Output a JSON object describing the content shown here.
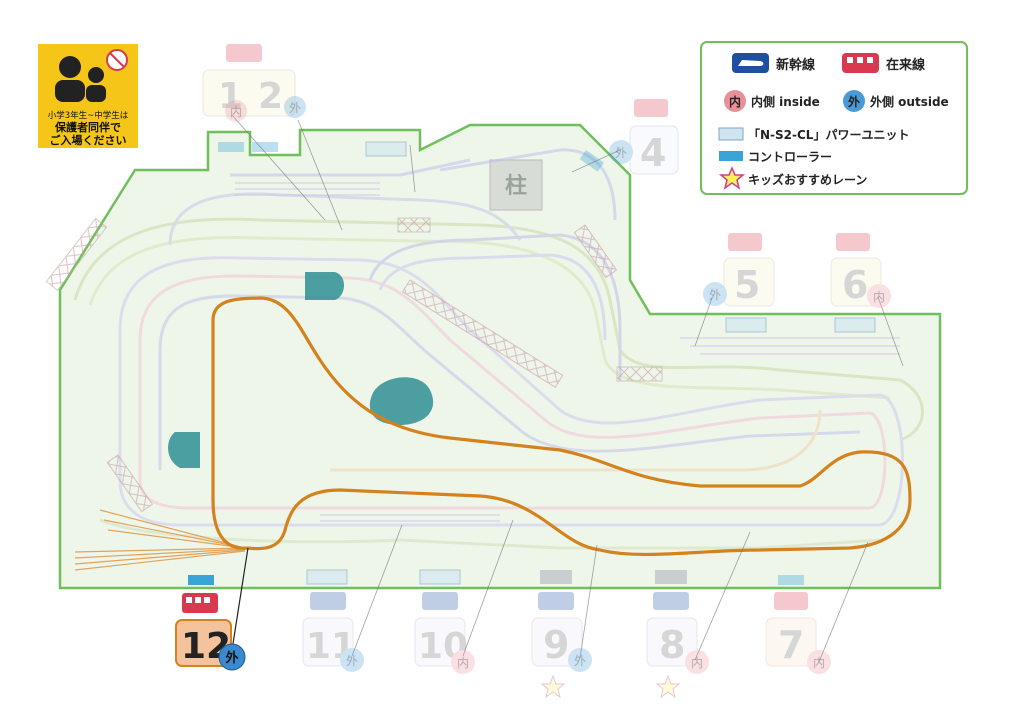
{
  "notice": {
    "line1": "小学3年生~中学生は",
    "line2": "保護者同伴で",
    "line3": "ご入場ください",
    "color": "#f5c518"
  },
  "legend": {
    "shinkansen": "新幹線",
    "zairaisen": "在来線",
    "inside_badge": "内",
    "inside_label": "内側 inside",
    "outside_badge": "外",
    "outside_label": "外側 outside",
    "power_unit": "「N-S2-CL」パワーユニット",
    "controller": "コントローラー",
    "kids_lane": "キッズおすすめレーン",
    "border_color": "#6fbf5a",
    "shinkansen_color": "#1f4fa0",
    "zairaisen_color": "#d9394e",
    "inside_color": "#e8909a",
    "outside_color": "#4a9ad8"
  },
  "pillar": "柱",
  "lanes": [
    {
      "number": "1",
      "side": "内",
      "side_type": "inside",
      "train": "zairaisen",
      "active": false
    },
    {
      "number": "2",
      "side": "外",
      "side_type": "outside",
      "train": "zairaisen",
      "active": false
    },
    {
      "number": "4",
      "side": "外",
      "side_type": "outside",
      "train": "zairaisen",
      "active": false
    },
    {
      "number": "5",
      "side": "外",
      "side_type": "outside",
      "train": "zairaisen",
      "active": false
    },
    {
      "number": "6",
      "side": "内",
      "side_type": "inside",
      "train": "zairaisen",
      "active": false
    },
    {
      "number": "7",
      "side": "内",
      "side_type": "inside",
      "train": "zairaisen",
      "active": false
    },
    {
      "number": "8",
      "side": "内",
      "side_type": "inside",
      "train": "shinkansen",
      "active": false,
      "kids": true
    },
    {
      "number": "9",
      "side": "外",
      "side_type": "outside",
      "train": "shinkansen",
      "active": false,
      "kids": true
    },
    {
      "number": "10",
      "side": "内",
      "side_type": "inside",
      "train": "shinkansen",
      "active": false
    },
    {
      "number": "11",
      "side": "外",
      "side_type": "outside",
      "train": "shinkansen",
      "active": false
    },
    {
      "number": "12",
      "side": "外",
      "side_type": "outside",
      "train": "zairaisen",
      "active": true,
      "highlight_color": "#d4821e"
    }
  ]
}
